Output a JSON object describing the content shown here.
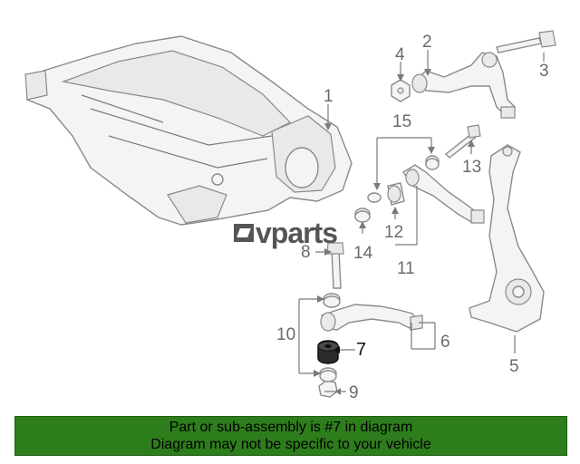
{
  "logo": {
    "text": "vparts"
  },
  "callouts": {
    "c1": "1",
    "c2": "2",
    "c3": "3",
    "c4": "4",
    "c5": "5",
    "c6": "6",
    "c7": "7",
    "c8": "8",
    "c9": "9",
    "c10": "10",
    "c11": "11",
    "c12": "12",
    "c13": "13",
    "c14": "14",
    "c15": "15"
  },
  "banner": {
    "line1": "Part or sub-assembly is #7 in diagram",
    "line2": "Diagram may not be specific to your vehicle"
  },
  "colors": {
    "banner_bg": "#2e7d1c",
    "highlight": "#111111",
    "line_art": "#8a8a8a"
  }
}
